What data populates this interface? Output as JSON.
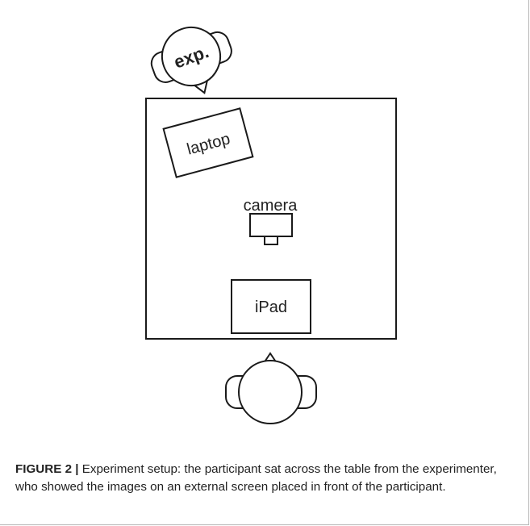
{
  "diagram": {
    "experimenter_label": "exp.",
    "laptop_label": "laptop",
    "camera_label": "camera",
    "ipad_label": "iPad"
  },
  "caption": {
    "label": "FIGURE 2 |",
    "text": "Experiment setup: the participant sat across the table from the experimenter, who showed the images on an external screen placed in front of the participant."
  }
}
